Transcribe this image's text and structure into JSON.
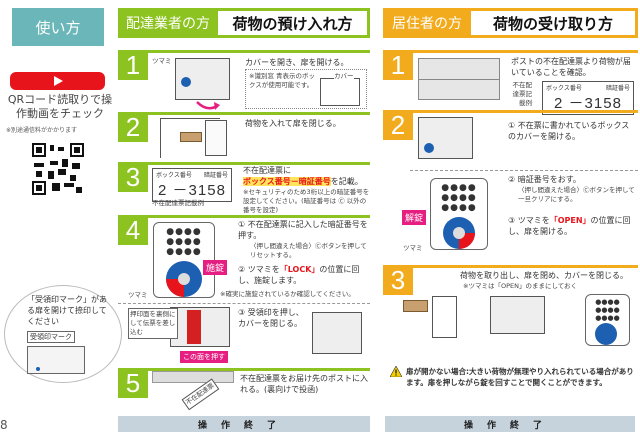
{
  "sidebar": {
    "title": "使い方",
    "qr_text": "QRコード読取りで操作動画をチェック",
    "qr_note": "※別途通信料がかかります",
    "bubble_text": "「受領印マーク」がある扉を開けて捺印してください",
    "bubble_mark": "受領印マーク",
    "page_number": "8"
  },
  "colors": {
    "delivery": "#8cc320",
    "resident": "#f2ab1d",
    "howto": "#6bb6b8",
    "accent": "#e61e82",
    "video": "#e8141b"
  },
  "delivery": {
    "category": "配達業者の方",
    "title": "荷物の預け入れ方",
    "step1": {
      "num": "1",
      "knob": "ツマミ",
      "text": "カバーを開き、扉を開ける。",
      "note": "※識別窓 青表示のボックスが使用可能です。",
      "cover": "カバー"
    },
    "step2": {
      "num": "2",
      "text": "荷物を入れて扉を閉じる。"
    },
    "step3": {
      "num": "3",
      "box_label": "ボックス番号",
      "pin_label": "暗証番号",
      "value": "2 －3158",
      "example": "不在配達票記載例",
      "text1": "不在配達票に",
      "text_hl": "ボックス番号－暗証番号",
      "text2": "を記載。",
      "note": "※セキュリティのため3桁以上の暗証番号を設定してください。(暗証番号は Ⓒ 以外の番号を設定)"
    },
    "step4": {
      "num": "4",
      "lock_tag": "施錠",
      "knob": "ツマミ",
      "a": "① 不在配達票に記入した暗証番号を押す。",
      "a_note": "〈押し間違えた場合〉Ⓒボタンを押してリセットする。",
      "b1": "② ツマミを",
      "b_hl": "「LOCK」",
      "b2": "の位置に回し、施錠します。",
      "check": "※確実に施錠されているか確認してください。",
      "stamp_note": "押印面を裏側にして伝票を差し込む",
      "press": "この面を押す",
      "c": "③ 受領印を押し、カバーを閉じる。"
    },
    "step5": {
      "num": "5",
      "text": "不在配達票をお届け先のポストに入れる。(裏向けで投函)",
      "slip": "不在配達票"
    },
    "footer": "操作終了"
  },
  "resident": {
    "category": "居住者の方",
    "title": "荷物の受け取り方",
    "step1": {
      "num": "1",
      "text": "ポストの不在配達票より荷物が届いていることを確認。",
      "example": "不在配達票記載例",
      "box_label": "ボックス番号",
      "pin_label": "暗証番号",
      "value": "2 －3158"
    },
    "step2": {
      "num": "2",
      "a": "① 不在票に書かれているボックスのカバーを開ける。",
      "b": "② 暗証番号をおす。",
      "b_note": "〈押し間違えた場合〉Ⓒボタンを押して一旦クリアにする。",
      "c1": "③ ツマミを",
      "c_hl": "「OPEN」",
      "c2": "の位置に回し、扉を開ける。",
      "unlock_tag": "解錠",
      "knob": "ツマミ"
    },
    "step3": {
      "num": "3",
      "text": "荷物を取り出し、扉を閉め、カバーを閉じる。",
      "note": "※ツマミは「OPEN」のままにしておく"
    },
    "warning": "扉が開かない場合:大きい荷物が無理やり入れられている場合があります。扉を押しながら錠を回すことで開くことができます。",
    "footer": "操作終了"
  }
}
